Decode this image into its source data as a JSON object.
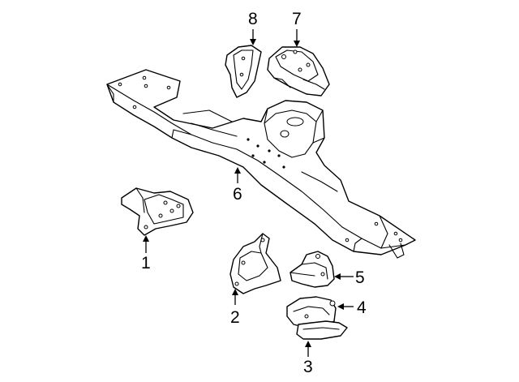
{
  "callouts": [
    {
      "id": "1",
      "text": "1"
    },
    {
      "id": "2",
      "text": "2"
    },
    {
      "id": "3",
      "text": "3"
    },
    {
      "id": "4",
      "text": "4"
    },
    {
      "id": "5",
      "text": "5"
    },
    {
      "id": "6",
      "text": "6"
    },
    {
      "id": "7",
      "text": "7"
    },
    {
      "id": "8",
      "text": "8"
    }
  ],
  "colors": {
    "line": "#000000",
    "background": "#ffffff"
  }
}
